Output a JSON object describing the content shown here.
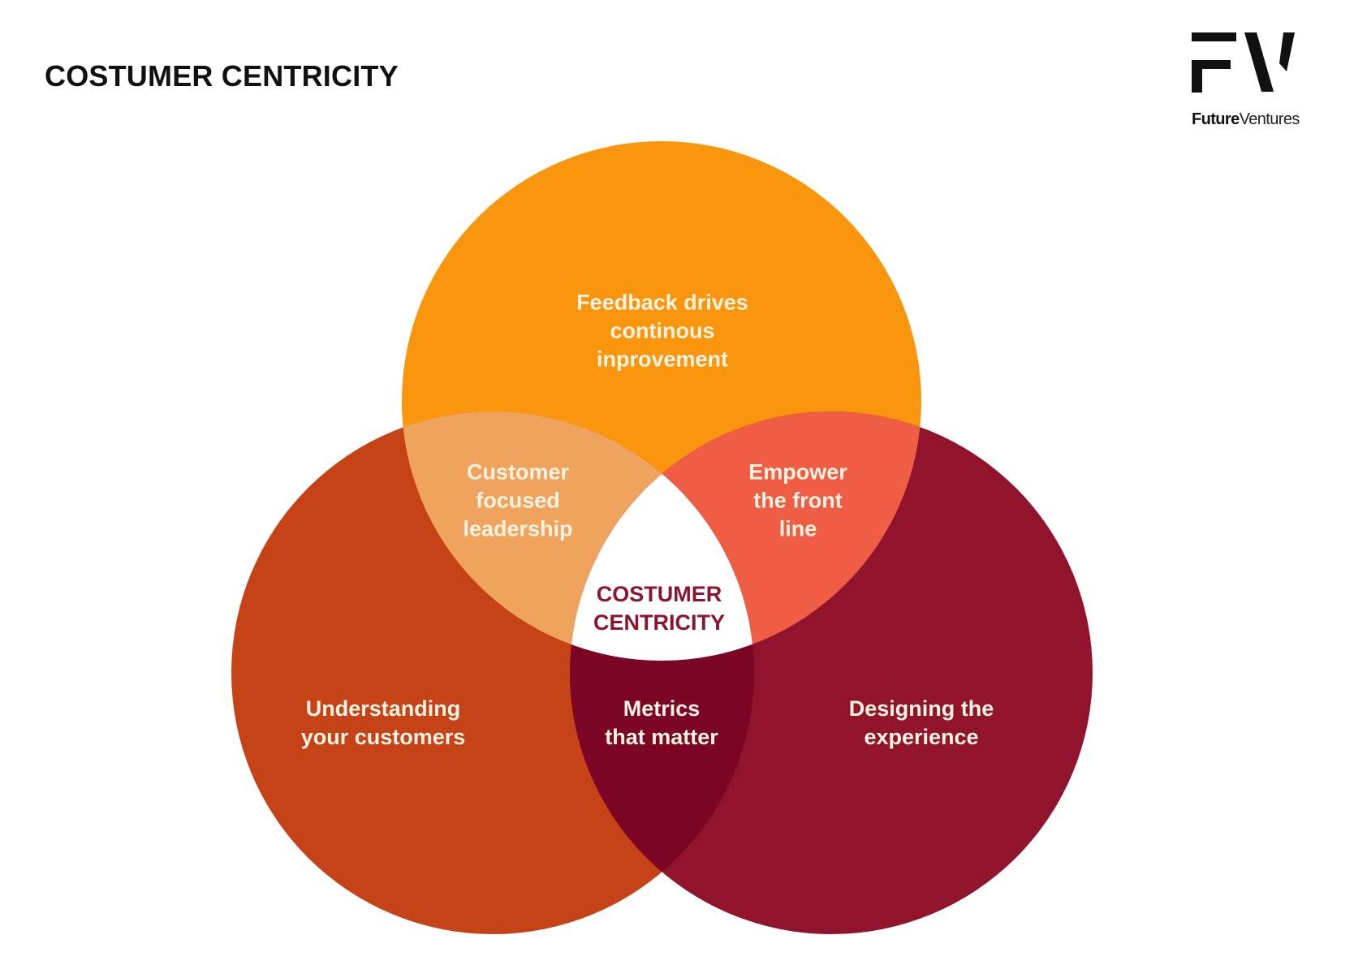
{
  "page": {
    "title": "COSTUMER CENTRICITY"
  },
  "logo": {
    "mark": "FV",
    "name_bold": "Future",
    "name_light": "Ventures"
  },
  "venn": {
    "circles": [
      {
        "id": "top",
        "label": "Feedback drives\ncontinous\ninprovement",
        "color": "#fa960e"
      },
      {
        "id": "left",
        "label": "Understanding\nyour customers",
        "color": "#c64317"
      },
      {
        "id": "right",
        "label": "Designing the\nexperience",
        "color": "#91142c"
      }
    ],
    "intersections": [
      {
        "id": "top-left",
        "label": "Customer\nfocused\nleadership",
        "color": "#f0a35c"
      },
      {
        "id": "top-right",
        "label": "Empower\nthe front\nline",
        "color": "#f05d45"
      },
      {
        "id": "left-right",
        "label": "Metrics\nthat matter",
        "color": "#7c0424"
      }
    ],
    "center": {
      "label": "COSTUMER\nCENTRICITY",
      "fill": "#ffffff",
      "text_color": "#8a1533"
    }
  }
}
